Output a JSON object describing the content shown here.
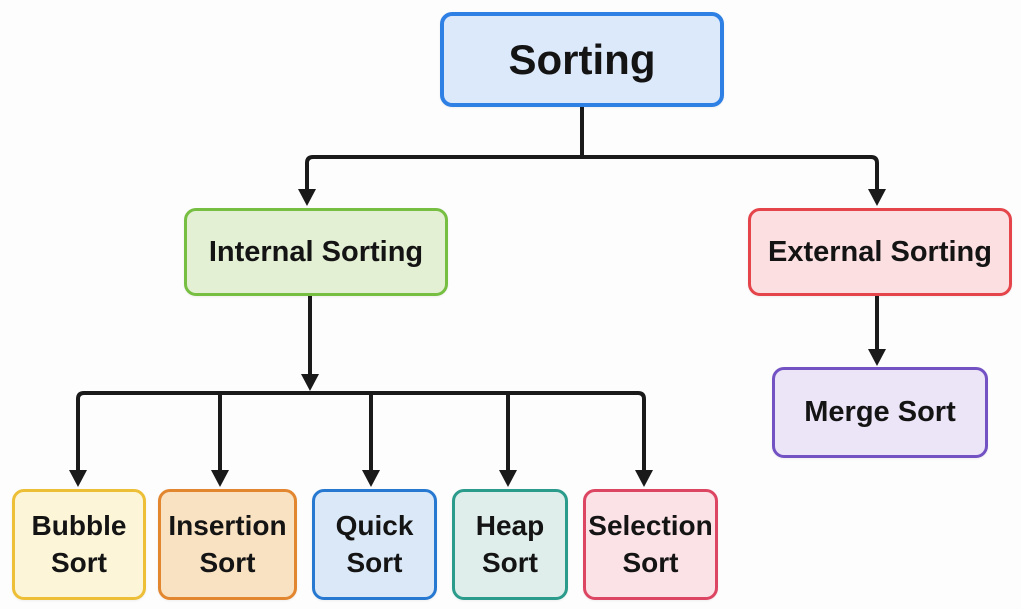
{
  "diagram": {
    "background": "#fdfdfd",
    "arrow_color": "#1a1a1a",
    "nodes": {
      "sorting": {
        "label": "Sorting",
        "fill": "#dce9fb",
        "border": "#2f80e4"
      },
      "internal": {
        "label": "Internal Sorting",
        "fill": "#e3f0d3",
        "border": "#77bf43"
      },
      "external": {
        "label": "External Sorting",
        "fill": "#fbdfe1",
        "border": "#e4444a"
      },
      "merge": {
        "label": "Merge Sort",
        "fill": "#ece4f7",
        "border": "#7352c4"
      },
      "bubble": {
        "label": "Bubble Sort",
        "fill": "#fcf5d8",
        "border": "#edbf37"
      },
      "insertion": {
        "label": "Insertion Sort",
        "fill": "#f9e2c2",
        "border": "#e2862f"
      },
      "quick": {
        "label": "Quick Sort",
        "fill": "#dbe8f8",
        "border": "#2678d0"
      },
      "heap": {
        "label": "Heap Sort",
        "fill": "#dfeeea",
        "border": "#2b9b8c"
      },
      "selection": {
        "label": "Selection Sort",
        "fill": "#fbe2e7",
        "border": "#dd4663"
      }
    }
  }
}
